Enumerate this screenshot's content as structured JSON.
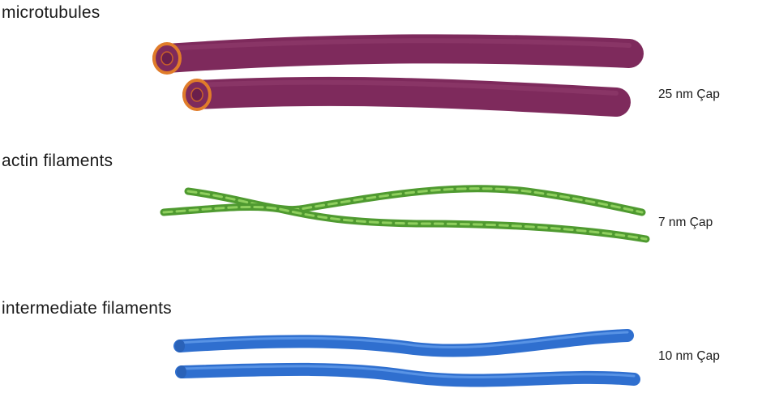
{
  "sections": [
    {
      "title": "microtubules",
      "diameter": "25 nm Çap",
      "color": "#7e2a5c",
      "rim_color": "#e07c2a"
    },
    {
      "title": "actin filaments",
      "diameter": "7 nm Çap",
      "color": "#5da63a",
      "highlight": "#8fcf5e"
    },
    {
      "title": "intermediate filaments",
      "diameter": "10 nm Çap",
      "color": "#2f6fcf",
      "highlight": "#6aa3ee"
    }
  ]
}
